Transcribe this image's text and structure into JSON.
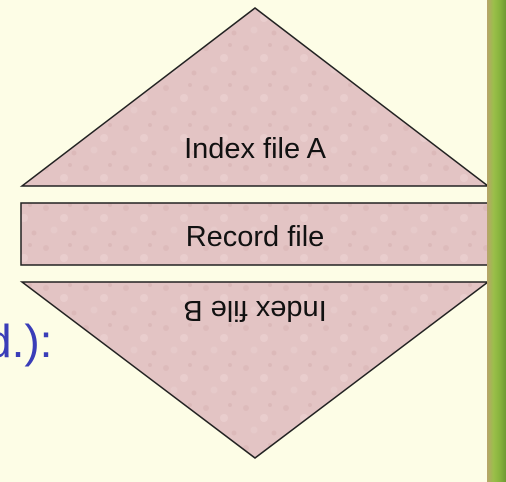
{
  "diagram": {
    "index_file_a": "Index file A",
    "record_file": "Record file",
    "index_file_b": "Index file B"
  },
  "slide": {
    "partial_text": "d.):"
  },
  "colors": {
    "shape_fill": "#e3c4c4",
    "slide_text": "#3a3db8",
    "background": "#fdfde6"
  }
}
